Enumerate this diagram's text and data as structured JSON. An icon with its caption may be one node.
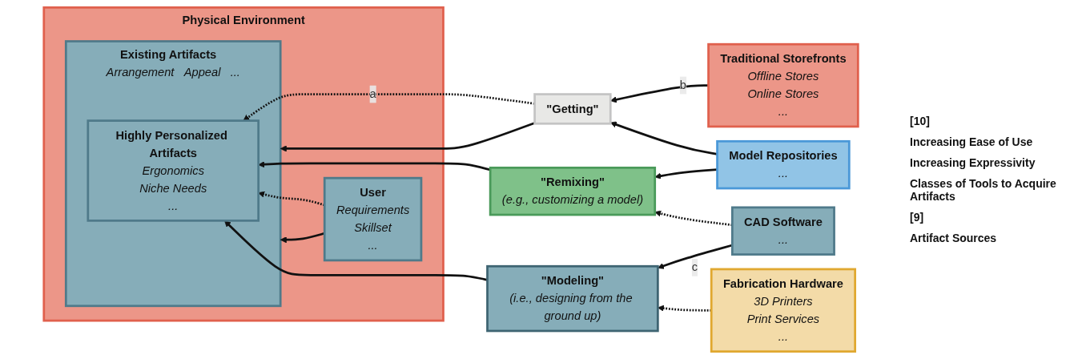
{
  "diagram": {
    "nodes": [
      {
        "text": [
          "Physical Environment"
        ]
      },
      {
        "text": [
          "User",
          "Requirements",
          "Skillset",
          "..."
        ],
        "in": 0
      },
      {
        "text": [
          "Existing Artifacts",
          "Arrangement",
          "Appeal",
          "..."
        ],
        "in": 0
      },
      {
        "text": [
          "Highly Personalized Artifacts",
          "Ergonomics",
          "Niche Needs",
          "..."
        ],
        "in": 2
      },
      {
        "text": [
          "\"Getting\""
        ]
      },
      {
        "text": [
          "\"Remixing\"",
          "(e.g., customizing a model)"
        ]
      },
      {
        "text": [
          "\"Modeling\"",
          "(i.e., designing from the ground up)"
        ]
      },
      {
        "text": [
          "Traditional Storefronts",
          "Offline Stores",
          "Online Stores",
          "..."
        ]
      },
      {
        "text": [
          "Model Repositories",
          "..."
        ]
      },
      {
        "text": [
          "CAD Software",
          "..."
        ]
      },
      {
        "text": [
          "Fabrication Hardware",
          "3D Printers",
          "Print Services",
          "..."
        ]
      }
    ],
    "edges": [
      {
        "from": 1,
        "to": 2,
        "arrow": "to"
      },
      {
        "from": 1,
        "to": 3,
        "arrow": "to",
        "style": "dashed"
      },
      {
        "from": 4,
        "to": 2,
        "arrow": "to"
      },
      {
        "from": 4,
        "to": 3,
        "arrow": "to",
        "style": "dashed",
        "label": "a"
      },
      {
        "from": 5,
        "to": 3,
        "arrow": "to"
      },
      {
        "from": 6,
        "to": 3,
        "arrow": "to"
      },
      {
        "from": 7,
        "to": 4,
        "arrow": "to",
        "label": "b"
      },
      {
        "from": 8,
        "to": 4,
        "arrow": "to"
      },
      {
        "from": 8,
        "to": 5,
        "arrow": "to"
      },
      {
        "from": 9,
        "to": 5,
        "arrow": "to",
        "style": "dashed"
      },
      {
        "from": 9,
        "to": 6,
        "arrow": "to",
        "label": "c"
      },
      {
        "from": 10,
        "to": 6,
        "arrow": "to",
        "style": "dashed"
      }
    ],
    "labels": [
      "[10]",
      "Increasing Ease of Use",
      "Increasing Expressivity",
      "Classes of Tools to Acquire Artifacts",
      "[9]",
      "Artifact Sources"
    ]
  }
}
